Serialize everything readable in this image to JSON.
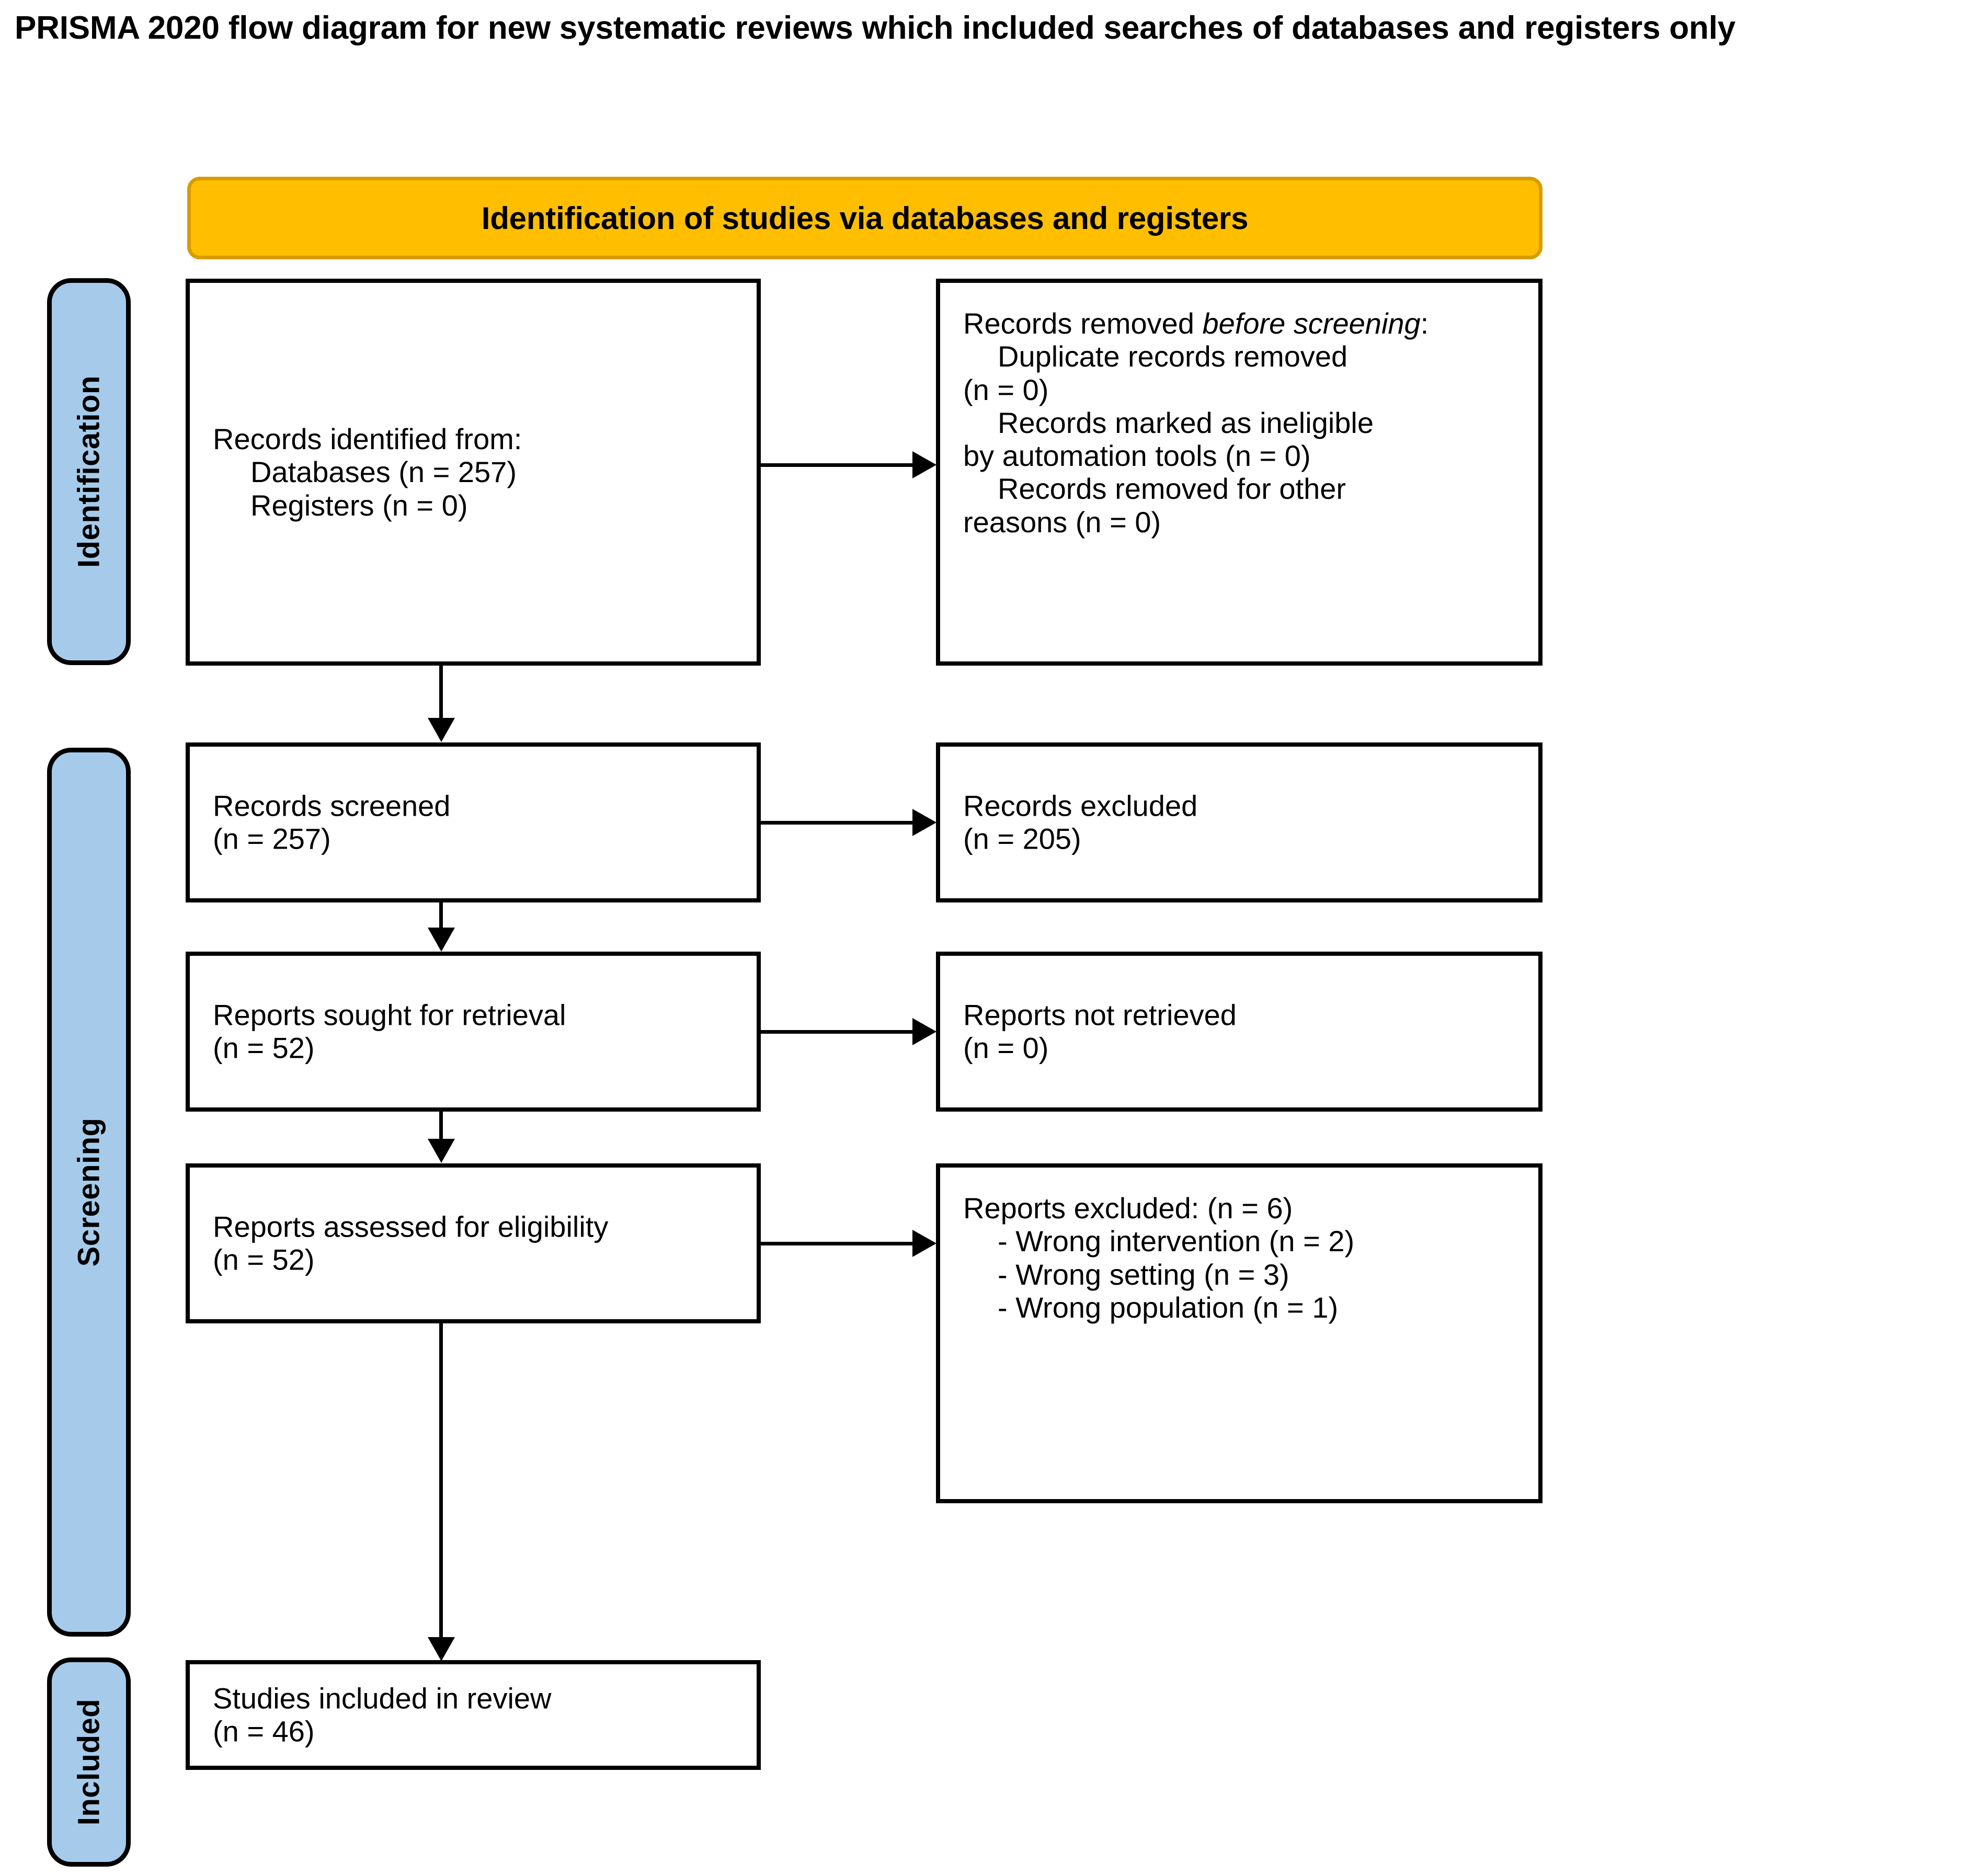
{
  "title": "PRISMA 2020 flow diagram for new systematic reviews which included searches of databases and registers only",
  "stages": [
    {
      "id": "identification",
      "label": "Identification"
    },
    {
      "id": "screening",
      "label": "Screening"
    },
    {
      "id": "included",
      "label": "Included"
    }
  ],
  "banner": {
    "label": "Identification of studies via databases and registers",
    "fill": "#FFBF00",
    "border": "#D99C00"
  },
  "colors": {
    "stage_pill_fill": "#A6CBEA",
    "box_border": "#000000",
    "box_fill": "#FFFFFF",
    "connector": "#000000"
  },
  "boxes": {
    "records_identified": {
      "line1": "Records identified from:",
      "line2": "Databases (n = 257)",
      "line3": "Registers (n = 0)"
    },
    "records_removed": {
      "lead_plain": "Records removed ",
      "lead_italic": "before screening",
      "lead_colon": ":",
      "item1": "Duplicate records removed",
      "item1b": "(n = 0)",
      "item2": "Records marked as ineligible",
      "item2b": "by automation tools (n = 0)",
      "item3": "Records removed for other",
      "item3b": "reasons (n = 0)"
    },
    "records_screened": {
      "line1": "Records screened",
      "line2": "(n = 257)"
    },
    "records_excluded": {
      "line1": "Records excluded",
      "line2": "(n = 205)"
    },
    "reports_sought": {
      "line1": "Reports sought for retrieval",
      "line2": "(n = 52)"
    },
    "reports_not_retrieved": {
      "line1": "Reports not retrieved",
      "line2": "(n = 0)"
    },
    "reports_assessed": {
      "line1": "Reports assessed for eligibility",
      "line2": "(n = 52)"
    },
    "reports_excluded": {
      "line1": "Reports excluded: (n = 6)",
      "line2": "- Wrong intervention (n = 2)",
      "line3": "- Wrong setting (n = 3)",
      "line4": "- Wrong population (n = 1)"
    },
    "studies_included": {
      "line1": "Studies included in review",
      "line2": "(n = 46)"
    }
  }
}
